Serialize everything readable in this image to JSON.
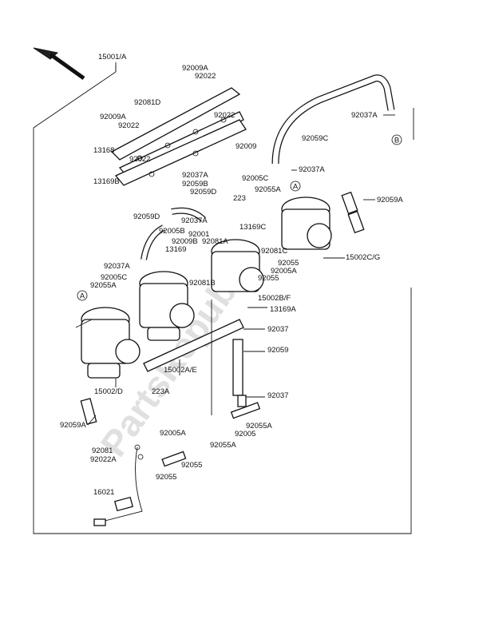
{
  "labels": {
    "l15001A": "15001/A",
    "l92009A_top": "92009A",
    "l92022_top": "92022",
    "l92081D": "92081D",
    "l92009A_left": "92009A",
    "l92022_left": "92022",
    "l92022_right": "92022",
    "l13168": "13168",
    "l92022_bottom": "92022",
    "l92009": "92009",
    "l13169B": "13169B",
    "l92037A_top": "92037A",
    "l92059C": "92059C",
    "l92037A_mid": "92037A",
    "l92037A_a": "92037A",
    "l92059B": "92059B",
    "l92059D_a": "92059D",
    "l92005C_r": "92005C",
    "l223_top": "223",
    "l92055A_r": "92055A",
    "l92059A_r": "92059A",
    "l92059D_b": "92059D",
    "l92037A_b": "92037A",
    "l92001": "92001",
    "l92005B": "92005B",
    "l92009B": "92009B",
    "l92081A": "92081A",
    "l13169C": "13169C",
    "l92081C": "92081C",
    "l92055_r": "92055",
    "l15002CG": "15002C/G",
    "l13169": "13169",
    "l92037A_left": "92037A",
    "l92005A_r": "92005A",
    "l92055_r2": "92055",
    "l92005C_left": "92005C",
    "l92081B": "92081B",
    "l92055A_left": "92055A",
    "l15002BF": "15002B/F",
    "l13169A": "13169A",
    "l92037_a": "92037",
    "l92059": "92059",
    "l15002AE": "15002A/E",
    "l15002D": "15002/D",
    "l223A": "223A",
    "l92037_b": "92037",
    "l92059A_left": "92059A",
    "l92055A_b": "92055A",
    "l92005": "92005",
    "l92055A_c": "92055A",
    "l92005A_b": "92005A",
    "l92081_b": "92081",
    "l92022A": "92022A",
    "l92055_b1": "92055",
    "l92055_b2": "92055",
    "l16021": "16021"
  },
  "markers": {
    "a1": "A",
    "a2": "A",
    "b1": "B"
  },
  "watermark": "PartsRepublik"
}
